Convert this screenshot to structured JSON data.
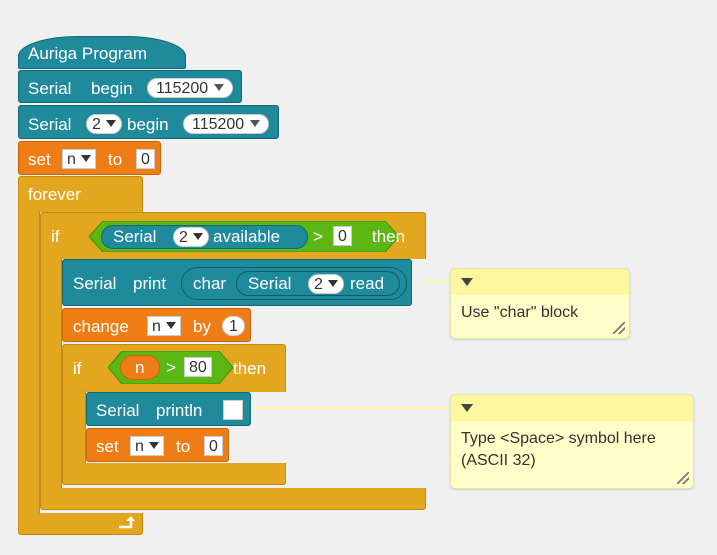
{
  "colors": {
    "serial_block": "#1f8a9b",
    "variable_block": "#ee7d16",
    "control_block": "#e2a71e",
    "operator_block": "#5cb712",
    "comment_bg": "#fffdc8"
  },
  "script": {
    "hat_label": "Auriga Program",
    "serial_begin": {
      "serial": "Serial",
      "begin": "begin",
      "baud": "115200"
    },
    "serial2_begin": {
      "serial": "Serial",
      "port": "2",
      "begin": "begin",
      "baud": "115200"
    },
    "set_n": {
      "set": "set",
      "var": "n",
      "to": "to",
      "value": "0"
    },
    "forever": {
      "label": "forever",
      "loop_icon": "loop-arrow-icon"
    },
    "if1": {
      "if": "if",
      "then": "then",
      "serial": "Serial",
      "port": "2",
      "available": "available",
      "op": ">",
      "value": "0"
    },
    "serial_print": {
      "serial": "Serial",
      "print": "print",
      "char": "char",
      "serial2": "Serial",
      "port": "2",
      "read": "read"
    },
    "change_n": {
      "change": "change",
      "var": "n",
      "by": "by",
      "value": "1"
    },
    "if2": {
      "if": "if",
      "then": "then",
      "var": "n",
      "op": ">",
      "value": "80"
    },
    "serial_println": {
      "serial": "Serial",
      "println": "println",
      "value": ""
    },
    "set_n2": {
      "set": "set",
      "var": "n",
      "to": "to",
      "value": "0"
    }
  },
  "comments": [
    {
      "text": "Use \"char\" block"
    },
    {
      "line1": "Type <Space> symbol here",
      "line2": "(ASCII 32)"
    }
  ]
}
